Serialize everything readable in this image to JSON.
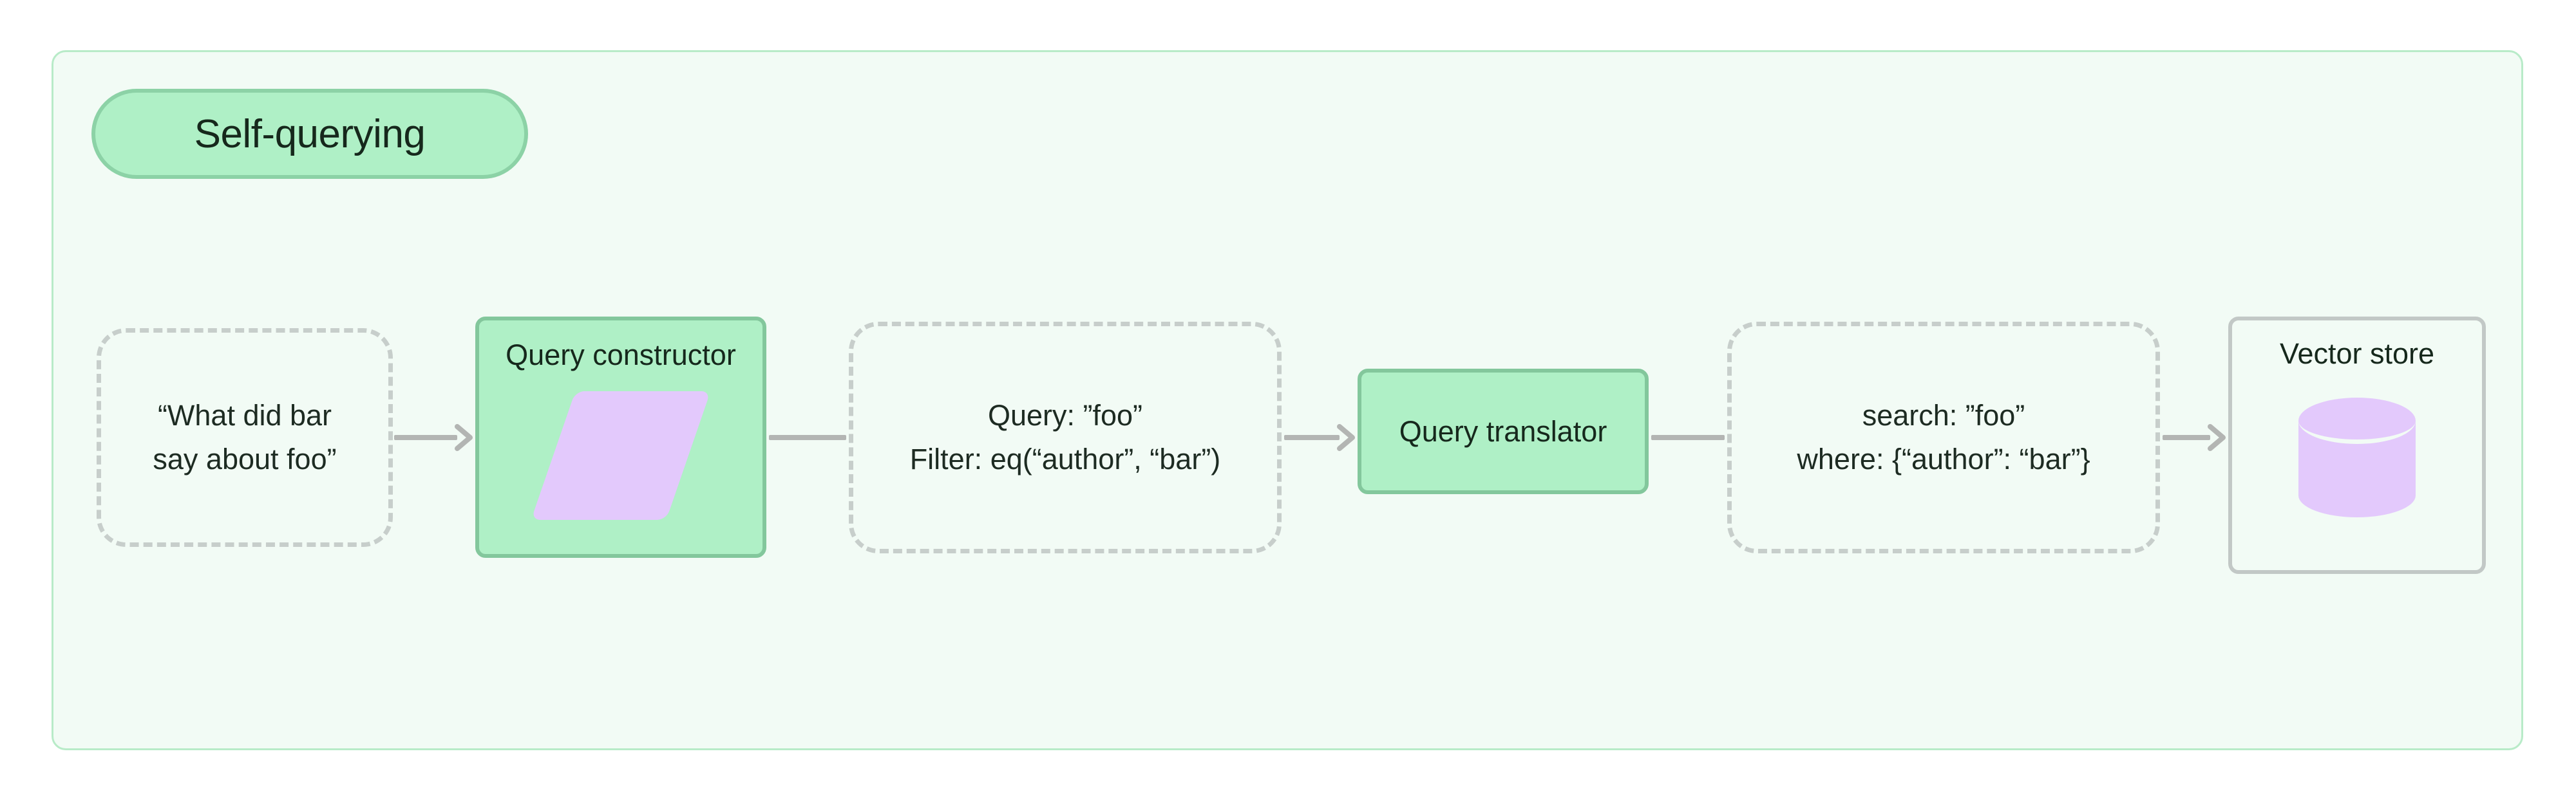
{
  "diagram": {
    "title": "Self-querying",
    "type": "flowchart",
    "direction": "left-to-right",
    "colors": {
      "container_fill": "#f2fbf5",
      "container_border": "#b8ebc8",
      "process_fill": "#aff0c6",
      "process_border": "#83c79c",
      "plain_border": "#c2c8c6",
      "dashed_border": "#c7cecb",
      "shape_accent": "#e3c9fc",
      "connector": "#b3b5b3",
      "text": "#16281c"
    },
    "nodes": [
      {
        "id": "question",
        "style": "dashed",
        "lines": [
          "“What did bar",
          "say about foo”"
        ]
      },
      {
        "id": "query-constructor",
        "style": "green",
        "label": "Query constructor",
        "icon": "parallelogram-shape"
      },
      {
        "id": "query-filter",
        "style": "dashed",
        "lines": [
          "Query: ”foo”",
          "Filter: eq(“author”, “bar”)"
        ]
      },
      {
        "id": "query-translator",
        "style": "green",
        "label": "Query translator"
      },
      {
        "id": "search-where",
        "style": "dashed",
        "lines": [
          "search: ”foo”",
          "where: {“author”: “bar”}"
        ]
      },
      {
        "id": "vector-store",
        "style": "plain",
        "label": "Vector store",
        "icon": "database-cylinder-icon"
      }
    ],
    "edges": [
      {
        "id": "edge-1",
        "from": "question",
        "to": "query-constructor",
        "arrow": true
      },
      {
        "id": "edge-2",
        "from": "query-constructor",
        "to": "query-filter",
        "arrow": false
      },
      {
        "id": "edge-3",
        "from": "query-filter",
        "to": "query-translator",
        "arrow": true
      },
      {
        "id": "edge-4",
        "from": "query-translator",
        "to": "search-where",
        "arrow": false
      },
      {
        "id": "edge-5",
        "from": "search-where",
        "to": "vector-store",
        "arrow": true
      }
    ]
  }
}
